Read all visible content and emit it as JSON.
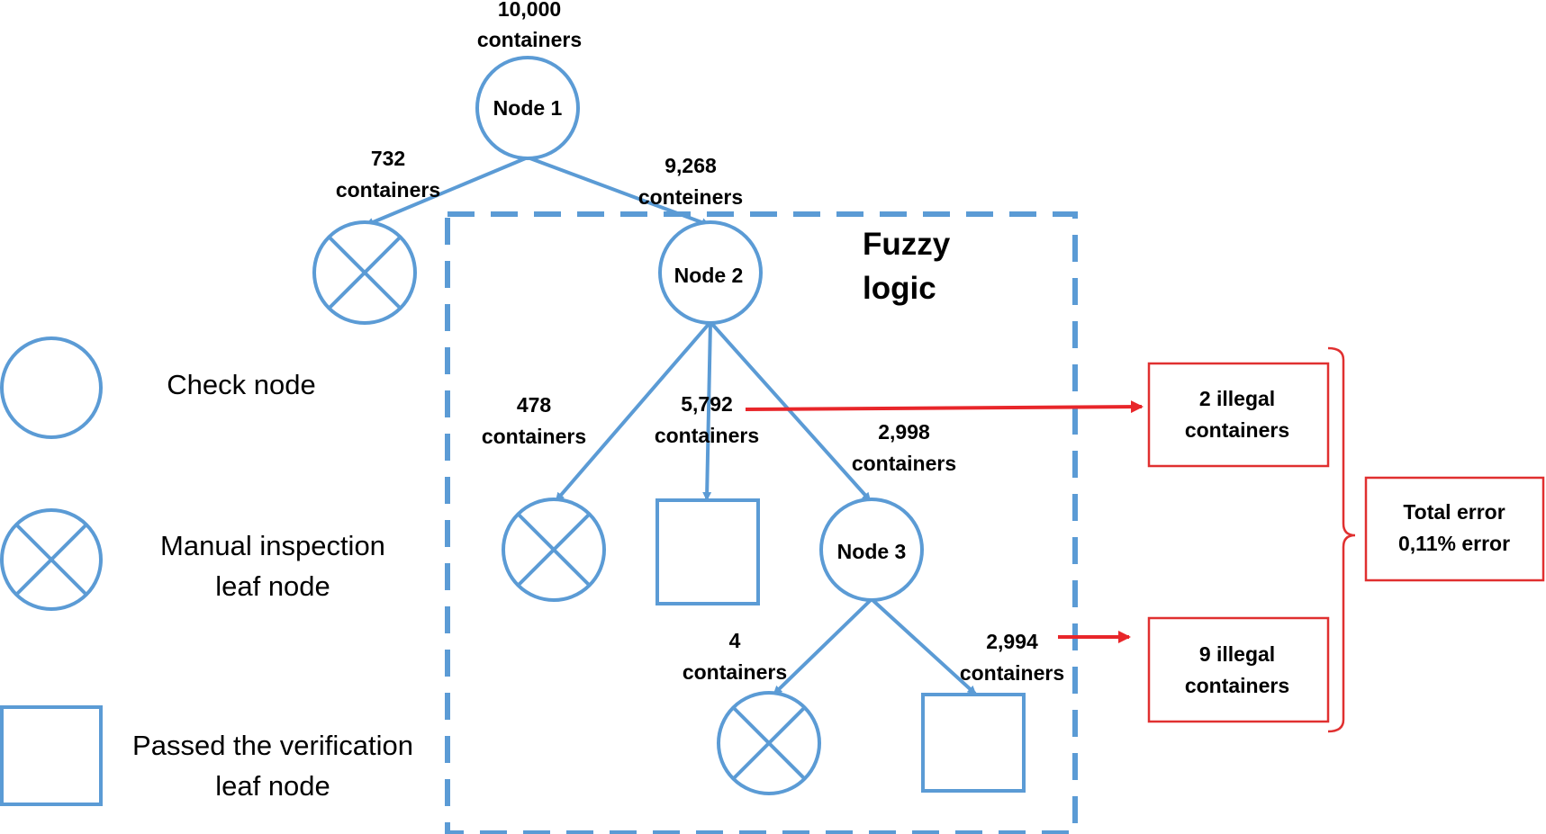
{
  "nodes": {
    "node1": "Node 1",
    "node2": "Node 2",
    "node3": "Node 3"
  },
  "counts": {
    "root_top": "10,000",
    "root_bottom": "containers",
    "c732_top": "732",
    "c732_bottom": "containers",
    "c9268_top": "9,268",
    "c9268_bottom": "conteiners",
    "c478_top": "478",
    "c478_bottom": "containers",
    "c5792_top": "5,792",
    "c5792_bottom": "containers",
    "c2998_top": "2,998",
    "c2998_bottom": "containers",
    "c4_top": "4",
    "c4_bottom": "containers",
    "c2994_top": "2,994",
    "c2994_bottom": "containers"
  },
  "fuzzy": {
    "line1": "Fuzzy",
    "line2": "logic"
  },
  "legend": {
    "check_node": "Check node",
    "manual_line1": "Manual inspection",
    "manual_line2": "leaf node",
    "passed_line1": "Passed the verification",
    "passed_line2": "leaf node"
  },
  "error_boxes": {
    "box1_line1": "2 illegal",
    "box1_line2": "containers",
    "box2_line1": "9 illegal",
    "box2_line2": "containers",
    "total_line1": "Total error",
    "total_line2": "0,11% error"
  },
  "colors": {
    "blue": "#5b9bd5",
    "red": "#e03030",
    "arrow_red": "#e8262a",
    "text": "#000000"
  }
}
